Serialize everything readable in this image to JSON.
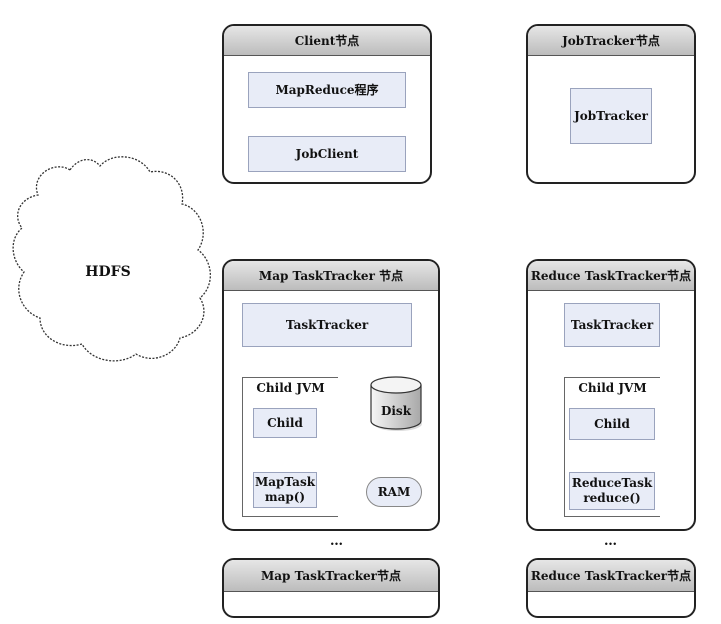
{
  "hdfs": {
    "label": "HDFS"
  },
  "client_node": {
    "title": "Client节点",
    "mapreduce_program": "MapReduce程序",
    "jobclient": "JobClient"
  },
  "jobtracker_node": {
    "title": "JobTracker节点",
    "jobtracker": "JobTracker"
  },
  "map_tasktracker_node": {
    "title": "Map TaskTracker 节点",
    "tasktracker": "TaskTracker",
    "child_jvm": {
      "title": "Child JVM",
      "child": "Child",
      "task_name": "MapTask",
      "task_func": "map()"
    },
    "disk": "Disk",
    "ram": "RAM"
  },
  "reduce_tasktracker_node": {
    "title": "Reduce TaskTracker节点",
    "tasktracker": "TaskTracker",
    "child_jvm": {
      "title": "Child JVM",
      "child": "Child",
      "task_name": "ReduceTask",
      "task_func": "reduce()"
    }
  },
  "ellipsis_left": "…",
  "ellipsis_right": "…",
  "map_tasktracker_node_2": {
    "title": "Map TaskTracker节点"
  },
  "reduce_tasktracker_node_2": {
    "title": "Reduce TaskTracker节点"
  }
}
